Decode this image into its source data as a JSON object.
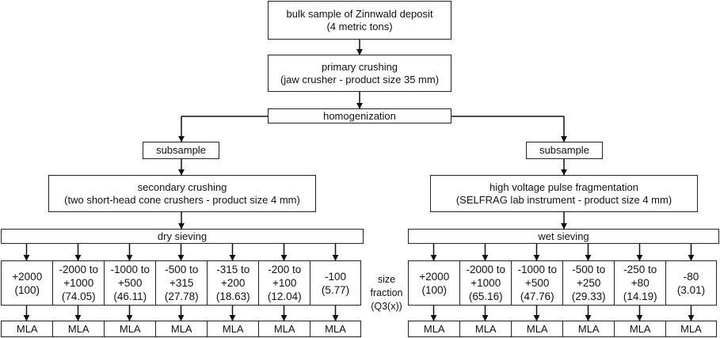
{
  "bulk": {
    "line1": "bulk sample of Zinnwald deposit",
    "line2": "(4 metric tons)"
  },
  "primary": {
    "line1": "primary crushing",
    "line2": "(jaw crusher - product size 35 mm)"
  },
  "homog": "homogenization",
  "left": {
    "subsample": "subsample",
    "process": {
      "line1": "secondary crushing",
      "line2": "(two short-head cone crushers - product size 4 mm)"
    },
    "sieving": "dry sieving",
    "fractions": [
      {
        "range": [
          "+2000"
        ],
        "q3": "(100)"
      },
      {
        "range": [
          "-2000 to",
          "+1000"
        ],
        "q3": "(74.05)"
      },
      {
        "range": [
          "-1000 to",
          "+500"
        ],
        "q3": "(46.11)"
      },
      {
        "range": [
          "-500 to",
          "+315"
        ],
        "q3": "(27.78)"
      },
      {
        "range": [
          "-315 to",
          "+200"
        ],
        "q3": "(18.63)"
      },
      {
        "range": [
          "-200 to",
          "+100"
        ],
        "q3": "(12.04)"
      },
      {
        "range": [
          "-100"
        ],
        "q3": "(5.77)"
      }
    ],
    "mla": "MLA"
  },
  "right": {
    "subsample": "subsample",
    "process": {
      "line1": "high voltage pulse fragmentation",
      "line2": "(SELFRAG lab instrument - product size 4 mm)"
    },
    "sieving": "wet sieving",
    "fractions": [
      {
        "range": [
          "+2000"
        ],
        "q3": "(100)"
      },
      {
        "range": [
          "-2000 to",
          "+1000"
        ],
        "q3": "(65.16)"
      },
      {
        "range": [
          "-1000 to",
          "+500"
        ],
        "q3": "(47.76)"
      },
      {
        "range": [
          "-500 to",
          "+250"
        ],
        "q3": "(29.33)"
      },
      {
        "range": [
          "-250 to",
          "+80"
        ],
        "q3": "(14.19)"
      },
      {
        "range": [
          "-80"
        ],
        "q3": "(3.01)"
      }
    ],
    "mla": "MLA"
  },
  "size_label": [
    "size",
    "fraction",
    "(Q3(x))"
  ]
}
